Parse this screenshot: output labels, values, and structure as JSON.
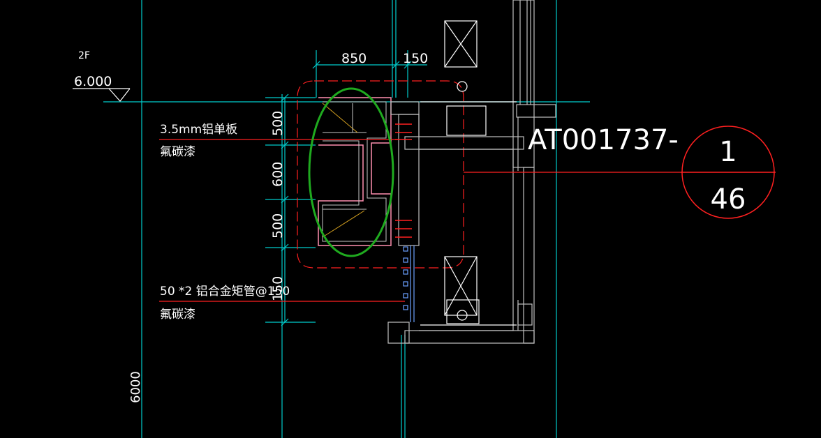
{
  "level": {
    "floor": "2F",
    "elevation": "6.000"
  },
  "dimensions": {
    "top_width": "850",
    "top_offset": "150",
    "segment_1": "500",
    "segment_2": "600",
    "segment_3": "500",
    "segment_4": "150",
    "floor_height": "6000"
  },
  "annotations": {
    "panel_material": "3.5mm铝单板",
    "panel_finish": "氟碳漆",
    "tube_material": "50 *2 铝合金矩管@150",
    "tube_finish": "氟碳漆"
  },
  "detail_ref": {
    "drawing_no": "AT001737-",
    "detail_no": "1",
    "sheet_no": "46"
  },
  "colors": {
    "background": "#000000",
    "grid_line": "#00cccc",
    "dimension": "#00cccc",
    "text": "#ffffff",
    "callout": "#ff2020",
    "highlight": "#1faa1f",
    "panel": "#ff8fb0"
  }
}
